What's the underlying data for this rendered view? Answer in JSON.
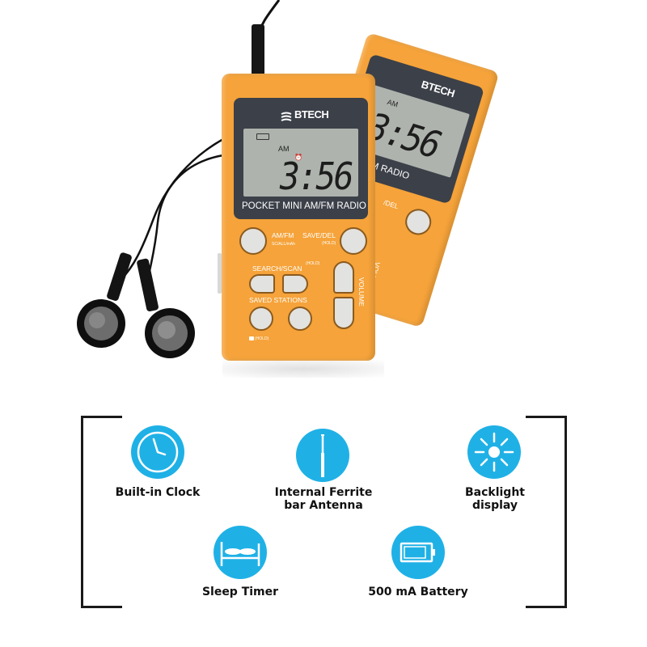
{
  "product": {
    "brand": "BTECH",
    "model_text": "POCKET MINI AM/FM RADIO",
    "display": {
      "band": "AM",
      "time": "3:56",
      "alarm_icon": "alarm-clock-icon",
      "battery_icon": "battery-icon"
    },
    "buttons": {
      "am_fm": "AM/FM",
      "am_fm_sub": "SC/ALL/mAh",
      "save_del": "SAVE/DEL",
      "save_del_sub": "(HOLD)",
      "search_scan": "SEARCH/SCAN",
      "search_scan_sub": "(HOLD)",
      "saved_stations": "SAVED STATIONS",
      "lock_hold": "(HOLD)",
      "volume": "VOLUME"
    },
    "back_unit": {
      "brand": "BTECH",
      "band": "AM",
      "time": "3:56",
      "model_text": "AM/FM RADIO",
      "save_del": "/DEL",
      "volume": "VOLUME"
    },
    "colors": {
      "body": "#f5a33a",
      "screen_frame": "#3c4049",
      "lcd": "#aeb3ad",
      "button": "#e2e2e0"
    }
  },
  "features": [
    {
      "icon": "clock-icon",
      "label": "Built-in Clock"
    },
    {
      "icon": "antenna-icon",
      "label_line1": "Internal Ferrite",
      "label_line2": "bar Antenna"
    },
    {
      "icon": "sun-icon",
      "label_line1": "Backlight",
      "label_line2": "display"
    },
    {
      "icon": "bed-icon",
      "label": "Sleep Timer"
    },
    {
      "icon": "battery-icon",
      "label": "500 mA Battery"
    }
  ],
  "accent_color": "#1fb1e6"
}
